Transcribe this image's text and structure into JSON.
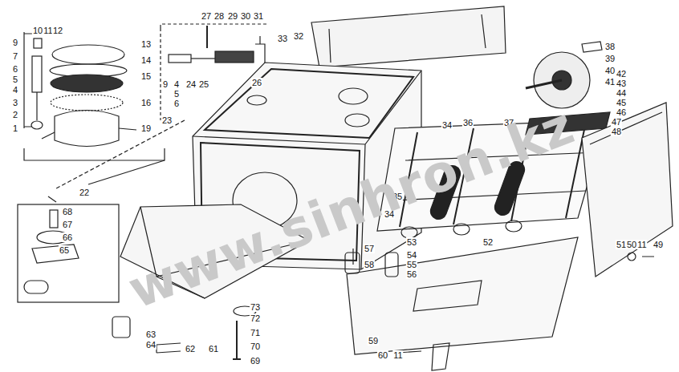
{
  "diagram": {
    "labels": [
      "10",
      "11",
      "12",
      "9",
      "7",
      "6",
      "5",
      "4",
      "3",
      "2",
      "1",
      "13",
      "14",
      "15",
      "16",
      "19",
      "22",
      "27",
      "28",
      "29",
      "30",
      "31",
      "33",
      "32",
      "9",
      "4",
      "5",
      "6",
      "24",
      "25",
      "26",
      "23",
      "38",
      "39",
      "40",
      "41",
      "42",
      "43",
      "44",
      "45",
      "46",
      "47",
      "48",
      "34",
      "36",
      "37",
      "35",
      "34",
      "53",
      "52",
      "57",
      "58",
      "54",
      "55",
      "56",
      "51",
      "50",
      "11",
      "49",
      "68",
      "67",
      "66",
      "65",
      "73",
      "72",
      "71",
      "70",
      "69",
      "62",
      "61",
      "63",
      "64",
      "59",
      "60",
      "11",
      "www.sinhron.kz"
    ]
  }
}
